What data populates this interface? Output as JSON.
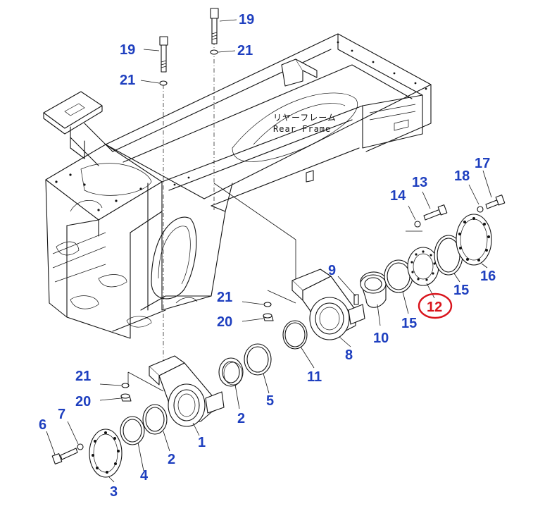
{
  "frame_label": {
    "japanese": "リヤーフレーム",
    "english": "Rear Frame"
  },
  "callouts": [
    {
      "id": "c1",
      "text": "1"
    },
    {
      "id": "c2a",
      "text": "2"
    },
    {
      "id": "c2b",
      "text": "2"
    },
    {
      "id": "c3",
      "text": "3"
    },
    {
      "id": "c4",
      "text": "4"
    },
    {
      "id": "c5",
      "text": "5"
    },
    {
      "id": "c6",
      "text": "6"
    },
    {
      "id": "c7",
      "text": "7"
    },
    {
      "id": "c8",
      "text": "8"
    },
    {
      "id": "c9",
      "text": "9"
    },
    {
      "id": "c10",
      "text": "10"
    },
    {
      "id": "c11",
      "text": "11"
    },
    {
      "id": "c12",
      "text": "12",
      "highlighted": true
    },
    {
      "id": "c13",
      "text": "13"
    },
    {
      "id": "c14",
      "text": "14"
    },
    {
      "id": "c15a",
      "text": "15"
    },
    {
      "id": "c15b",
      "text": "15"
    },
    {
      "id": "c16",
      "text": "16"
    },
    {
      "id": "c17",
      "text": "17"
    },
    {
      "id": "c18",
      "text": "18"
    },
    {
      "id": "c19a",
      "text": "19"
    },
    {
      "id": "c19b",
      "text": "19"
    },
    {
      "id": "c20a",
      "text": "20"
    },
    {
      "id": "c20b",
      "text": "20"
    },
    {
      "id": "c21a",
      "text": "21"
    },
    {
      "id": "c21b",
      "text": "21"
    },
    {
      "id": "c21c",
      "text": "21"
    },
    {
      "id": "c21d",
      "text": "21"
    }
  ],
  "colors": {
    "callout_text": "#1e3fbf",
    "highlight_ring": "#d9141c",
    "line_art": "#111111"
  }
}
